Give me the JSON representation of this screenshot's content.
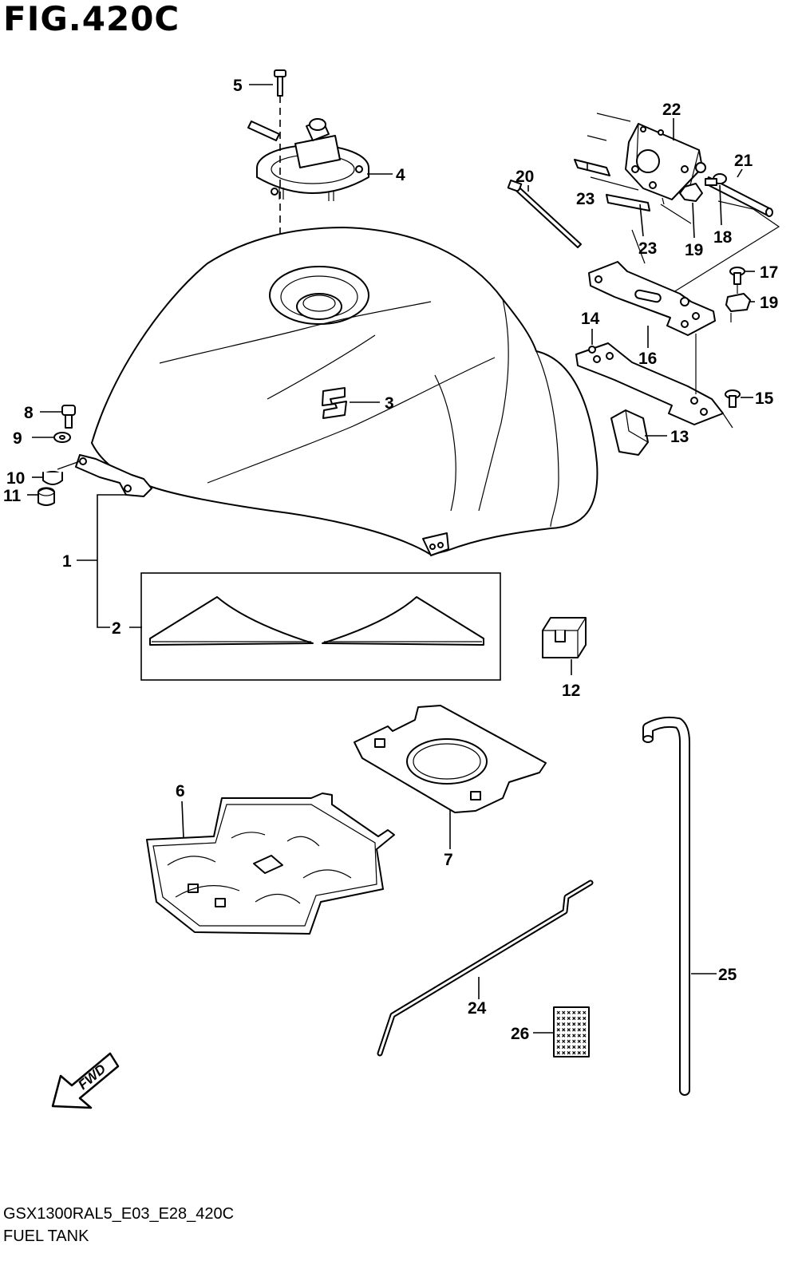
{
  "figure": {
    "title": "FIG.420C",
    "model_code": "GSX1300RAL5_E03_E28_420C",
    "section_name": "FUEL TANK",
    "fwd_label": "FWD"
  },
  "callouts": [
    "1",
    "2",
    "3",
    "4",
    "5",
    "6",
    "7",
    "8",
    "9",
    "10",
    "11",
    "12",
    "13",
    "14",
    "15",
    "16",
    "17",
    "18",
    "19",
    "20",
    "21",
    "22",
    "23",
    "24",
    "25",
    "26"
  ]
}
